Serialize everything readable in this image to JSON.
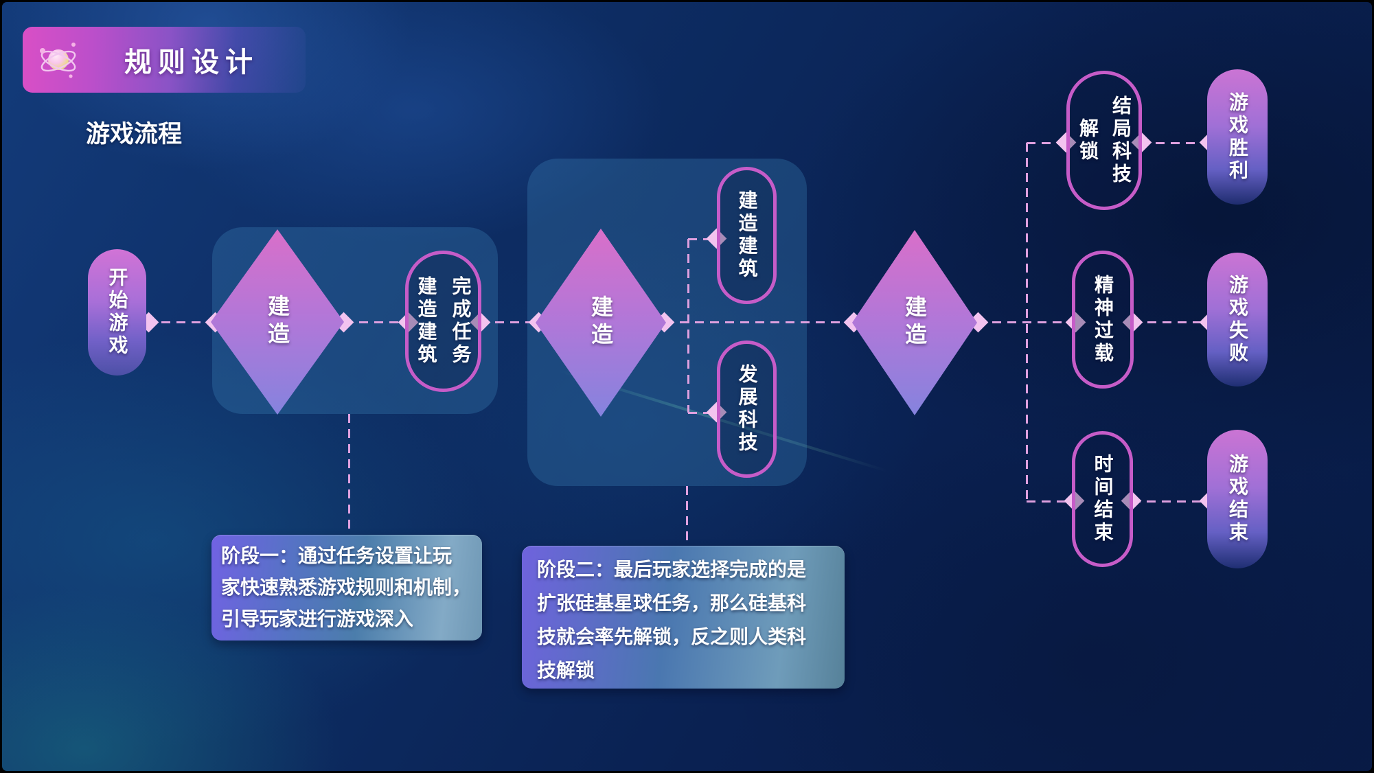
{
  "header": {
    "title": "规则设计",
    "subtitle": "游戏流程",
    "icon": "planet-orbit-icon"
  },
  "flow": {
    "start_label": "开始游戏",
    "stage1": {
      "decision": "建造",
      "task": "完成任务\n建造建筑"
    },
    "stage2": {
      "decision": "建造",
      "branches": [
        "建造建筑",
        "发展科技"
      ]
    },
    "stage3": {
      "decision": "建造"
    },
    "outcomes": [
      {
        "condition": "结局科技\n解锁",
        "result": "游戏胜利"
      },
      {
        "condition": "精神过载",
        "result": "游戏失败"
      },
      {
        "condition": "时间结束",
        "result": "游戏结束"
      }
    ]
  },
  "notes": [
    {
      "id": "stage1",
      "text": "阶段一：通过任务设置让玩\n家快速熟悉游戏规则和机制，\n引导玩家进行游戏深入"
    },
    {
      "id": "stage2",
      "text": "阶段二：最后玩家选择完成的是\n扩张硅基星球任务，那么硅基科\n技就会率先解锁，反之则人类科\n技解锁"
    }
  ],
  "colors": {
    "accent_pink": "#d94fc6",
    "pill_border": "#c65cc8",
    "connector": "#dfa0df",
    "node_diamond": "#f3c3ef",
    "panel": "rgba(62,135,190,0.30)",
    "background_navy": "#0a2152"
  }
}
